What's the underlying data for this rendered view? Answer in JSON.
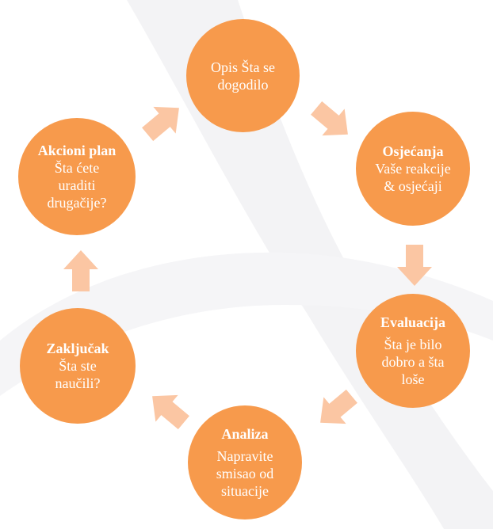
{
  "colors": {
    "circle": "#F79A4C",
    "arrow": "#FBC6A3",
    "background_swoosh": "#F3F3F5",
    "text": "#FFFFFF"
  },
  "nodes": {
    "opis": {
      "title": "",
      "body": "Opis Šta se\ndogodilo"
    },
    "osjecanja": {
      "title": "Osjećanja",
      "body": "Vaše reakcije\n& osjećaji"
    },
    "evaluacija": {
      "title": "Evaluacija",
      "body": "Šta je bilo\ndobro a šta\nloše"
    },
    "analiza": {
      "title": "Analiza",
      "body": "Napravite\nsmisao od\nsituacije"
    },
    "zakljucak": {
      "title": "Zaključak",
      "body": "Šta ste\nnaučili?"
    },
    "akcioni": {
      "title": "Akcioni plan",
      "body": "Šta ćete\nuraditi\ndrugačije?"
    }
  },
  "arrows": [
    {
      "from": "opis",
      "to": "osjecanja",
      "direction": "down-right"
    },
    {
      "from": "osjecanja",
      "to": "evaluacija",
      "direction": "down"
    },
    {
      "from": "evaluacija",
      "to": "analiza",
      "direction": "down-left"
    },
    {
      "from": "analiza",
      "to": "zakljucak",
      "direction": "up-left"
    },
    {
      "from": "zakljucak",
      "to": "akcioni",
      "direction": "up"
    },
    {
      "from": "akcioni",
      "to": "opis",
      "direction": "up-right"
    }
  ]
}
